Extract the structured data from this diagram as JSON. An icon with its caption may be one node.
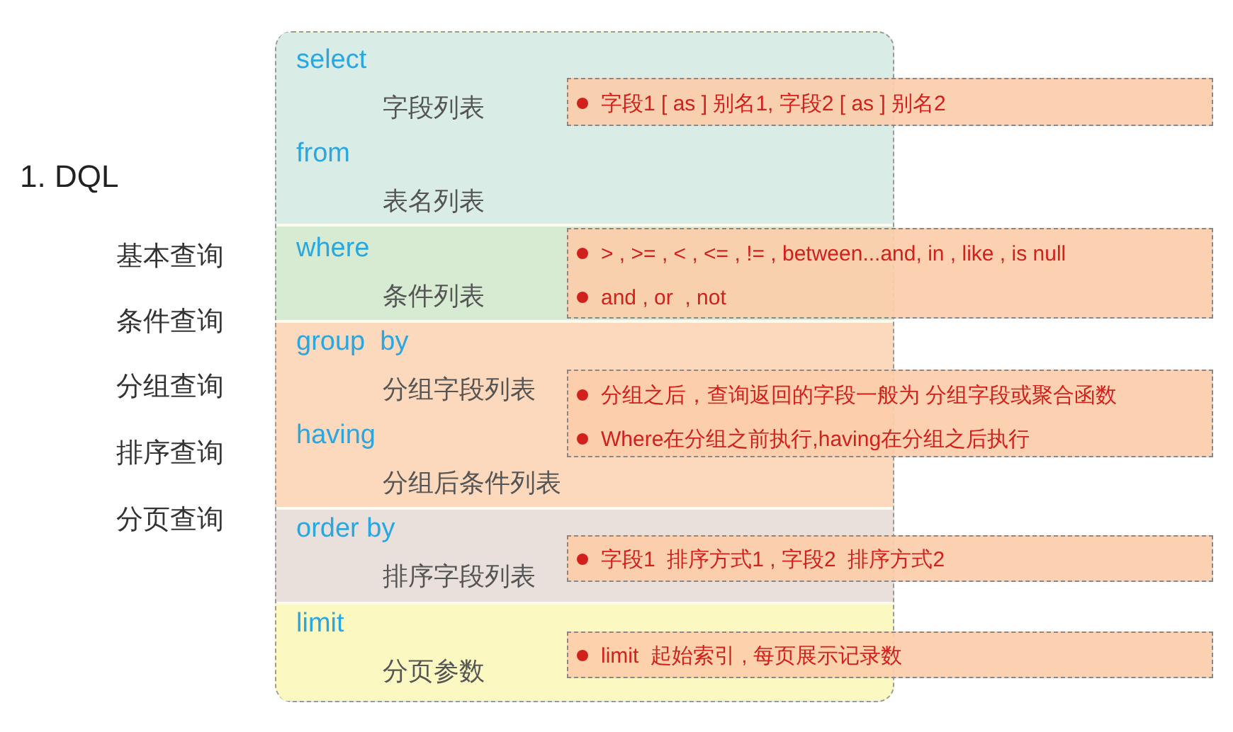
{
  "diagram": {
    "title": "1. DQL",
    "nodes": [
      {
        "text": [],
        "shape": "box"
      },
      {
        "text": [
          "select",
          "字段列表",
          "from",
          "表名列表"
        ],
        "in": 0
      },
      {
        "text": [
          "where",
          "条件列表"
        ],
        "in": 0
      },
      {
        "text": [
          "group  by",
          "分组字段列表",
          "having",
          "分组后条件列表"
        ],
        "in": 0
      },
      {
        "text": [
          "order by",
          "排序字段列表"
        ],
        "in": 0
      },
      {
        "text": [
          "limit",
          "分页参数"
        ],
        "in": 0
      },
      {
        "text": [
          "字段1 [ as ] 别名1, 字段2 [ as ] 别名2"
        ]
      },
      {
        "text": [
          "> , >= , < , <= , != , between...and, in , like , is null",
          "and , or  , not"
        ]
      },
      {
        "text": [
          "分组之后，查询返回的字段一般为 分组字段或聚合函数",
          "Where在分组之前执行,having在分组之后执行"
        ]
      },
      {
        "text": [
          "字段1  排序方式1 , 字段2  排序方式2"
        ]
      },
      {
        "text": [
          "limit  起始索引 , 每页展示记录数"
        ]
      }
    ],
    "labels": [
      "基本查询",
      "条件查询",
      "分组查询",
      "排序查询",
      "分页查询"
    ]
  }
}
